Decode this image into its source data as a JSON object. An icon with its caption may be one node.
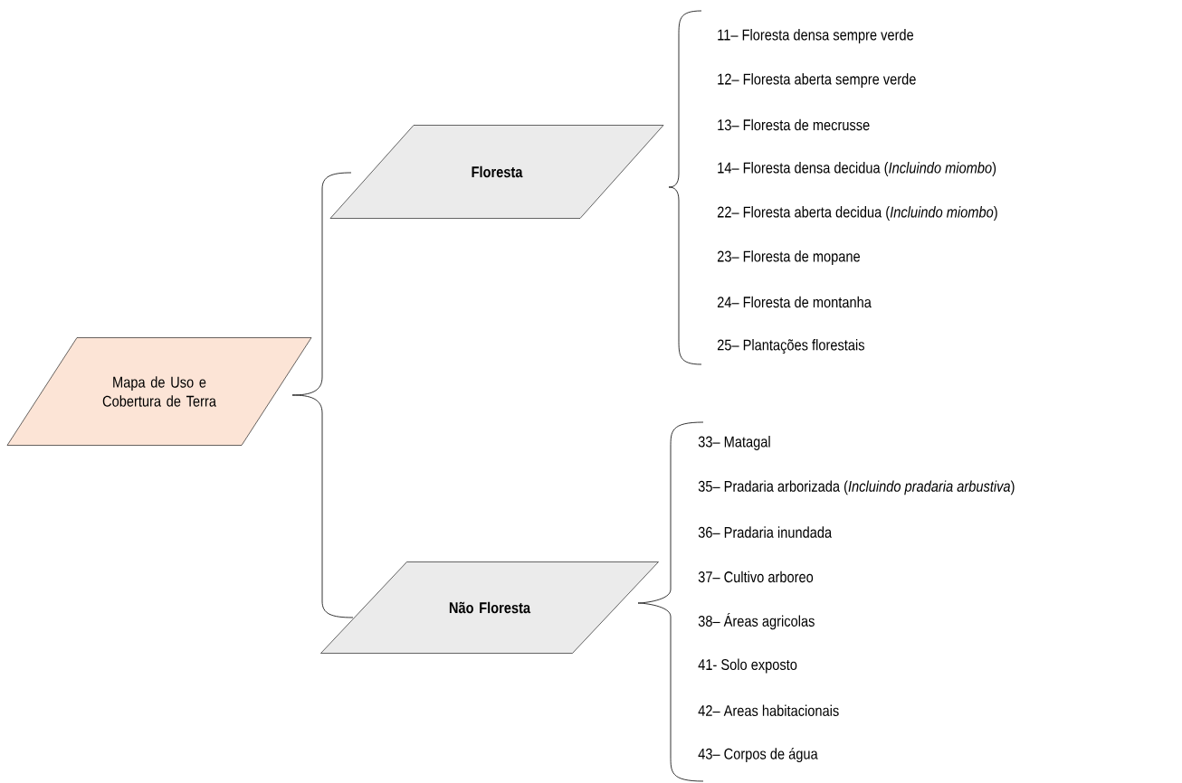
{
  "diagram": {
    "nodes": [
      {
        "text": [
          "Mapa de Uso e Cobertura de Terra"
        ]
      },
      {
        "text": [
          "Floresta"
        ]
      },
      {
        "text": [
          "Não Floresta"
        ]
      }
    ],
    "edges": [
      {
        "from": 0,
        "to": 1,
        "arrow": "none"
      },
      {
        "from": 0,
        "to": 2,
        "arrow": "none"
      }
    ],
    "labels": [
      "11– Floresta densa sempre verde",
      "12– Floresta aberta sempre verde",
      "13– Floresta de mecrusse",
      "14– Floresta densa decidua (*Incluindo miombo*)",
      "22– Floresta aberta decidua (*Incluindo miombo*)",
      "23– Floresta de mopane",
      "24– Floresta de montanha",
      "25– Plantações florestais",
      "33– Matagal",
      "35– Pradaria arborizada (*Incluindo pradaria arbustiva*)",
      "36– Pradaria inundada",
      "37– Cultivo arboreo",
      "38– Áreas agricolas",
      "41- Solo exposto",
      "42– Areas habitacionais",
      "43– Corpos de água"
    ]
  }
}
